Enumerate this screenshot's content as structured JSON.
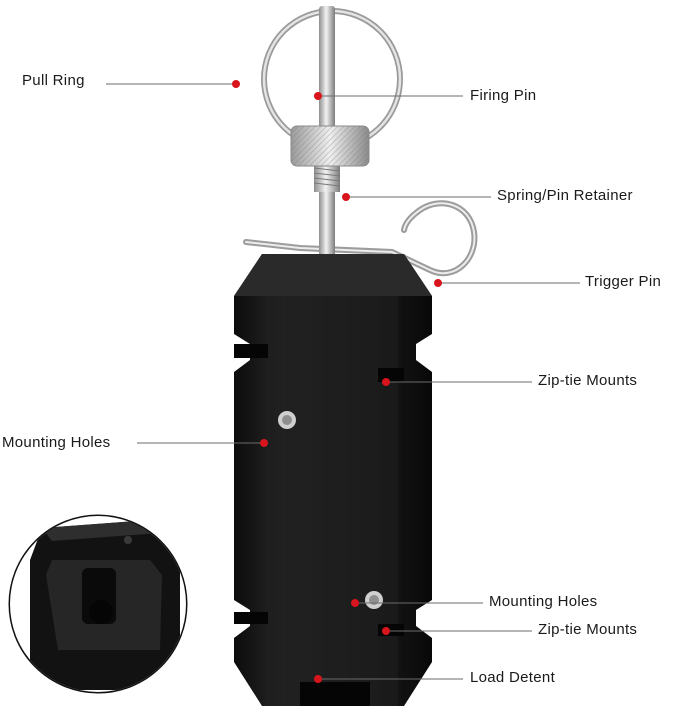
{
  "labels": {
    "pull_ring": "Pull Ring",
    "firing_pin": "Firing Pin",
    "spring_pin_retainer": "Spring/Pin Retainer",
    "trigger_pin": "Trigger Pin",
    "zip_tie_mounts_top": "Zip-tie Mounts",
    "mounting_holes_left": "Mounting Holes",
    "mounting_holes_bottom": "Mounting Holes",
    "zip_tie_mounts_bottom": "Zip-tie Mounts",
    "load_detent": "Load Detent"
  },
  "colors": {
    "leader_line": "#6b6b6b",
    "marker_dot": "#d8141c",
    "body_black": "#141414",
    "metal": "#bfbfbf",
    "label_text": "#1a1a1a"
  }
}
